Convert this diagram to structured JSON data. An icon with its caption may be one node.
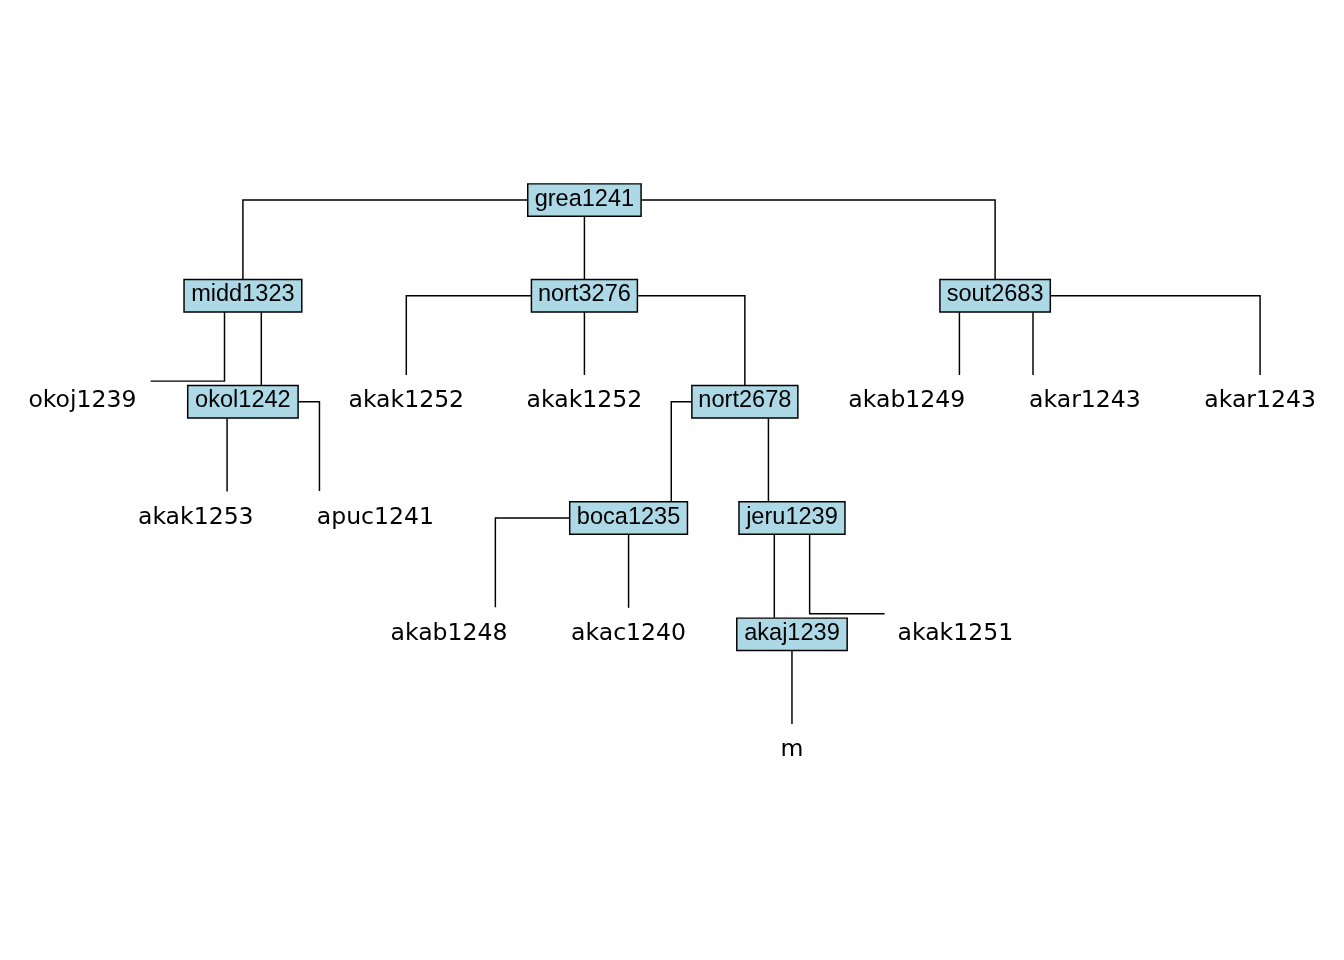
{
  "diagram": {
    "nodes": [
      {
        "text": [
          "grea1241"
        ]
      },
      {
        "text": [
          "midd1323"
        ]
      },
      {
        "text": [
          "nort3276"
        ]
      },
      {
        "text": [
          "sout2683"
        ]
      },
      {
        "text": [
          "okoj1239"
        ]
      },
      {
        "text": [
          "okol1242"
        ]
      },
      {
        "text": [
          "akak1253"
        ]
      },
      {
        "text": [
          "apuc1241"
        ]
      },
      {
        "text": [
          "akak1252"
        ]
      },
      {
        "text": [
          "akak1252"
        ]
      },
      {
        "text": [
          "nort2678"
        ]
      },
      {
        "text": [
          "boca1235"
        ]
      },
      {
        "text": [
          "jeru1239"
        ]
      },
      {
        "text": [
          "akab1248"
        ]
      },
      {
        "text": [
          "akac1240"
        ]
      },
      {
        "text": [
          "akaj1239"
        ]
      },
      {
        "text": [
          "m"
        ]
      },
      {
        "text": [
          "akak1251"
        ]
      },
      {
        "text": [
          "akab1249"
        ]
      },
      {
        "text": [
          "akar1243"
        ]
      },
      {
        "text": [
          "akar1243"
        ]
      }
    ],
    "edges": [
      {
        "from": 0,
        "to": 1,
        "arrow": "none"
      },
      {
        "from": 0,
        "to": 2,
        "arrow": "none"
      },
      {
        "from": 0,
        "to": 3,
        "arrow": "none"
      },
      {
        "from": 1,
        "to": 4,
        "arrow": "none"
      },
      {
        "from": 1,
        "to": 5,
        "arrow": "none"
      },
      {
        "from": 5,
        "to": 6,
        "arrow": "none"
      },
      {
        "from": 5,
        "to": 7,
        "arrow": "none"
      },
      {
        "from": 2,
        "to": 8,
        "arrow": "none"
      },
      {
        "from": 2,
        "to": 9,
        "arrow": "none"
      },
      {
        "from": 2,
        "to": 10,
        "arrow": "none"
      },
      {
        "from": 10,
        "to": 11,
        "arrow": "none"
      },
      {
        "from": 10,
        "to": 12,
        "arrow": "none"
      },
      {
        "from": 11,
        "to": 13,
        "arrow": "none"
      },
      {
        "from": 11,
        "to": 14,
        "arrow": "none"
      },
      {
        "from": 12,
        "to": 15,
        "arrow": "none"
      },
      {
        "from": 12,
        "to": 17,
        "arrow": "none"
      },
      {
        "from": 15,
        "to": 16,
        "arrow": "none"
      },
      {
        "from": 3,
        "to": 18,
        "arrow": "none"
      },
      {
        "from": 3,
        "to": 19,
        "arrow": "none"
      },
      {
        "from": 3,
        "to": 20,
        "arrow": "none"
      }
    ]
  }
}
